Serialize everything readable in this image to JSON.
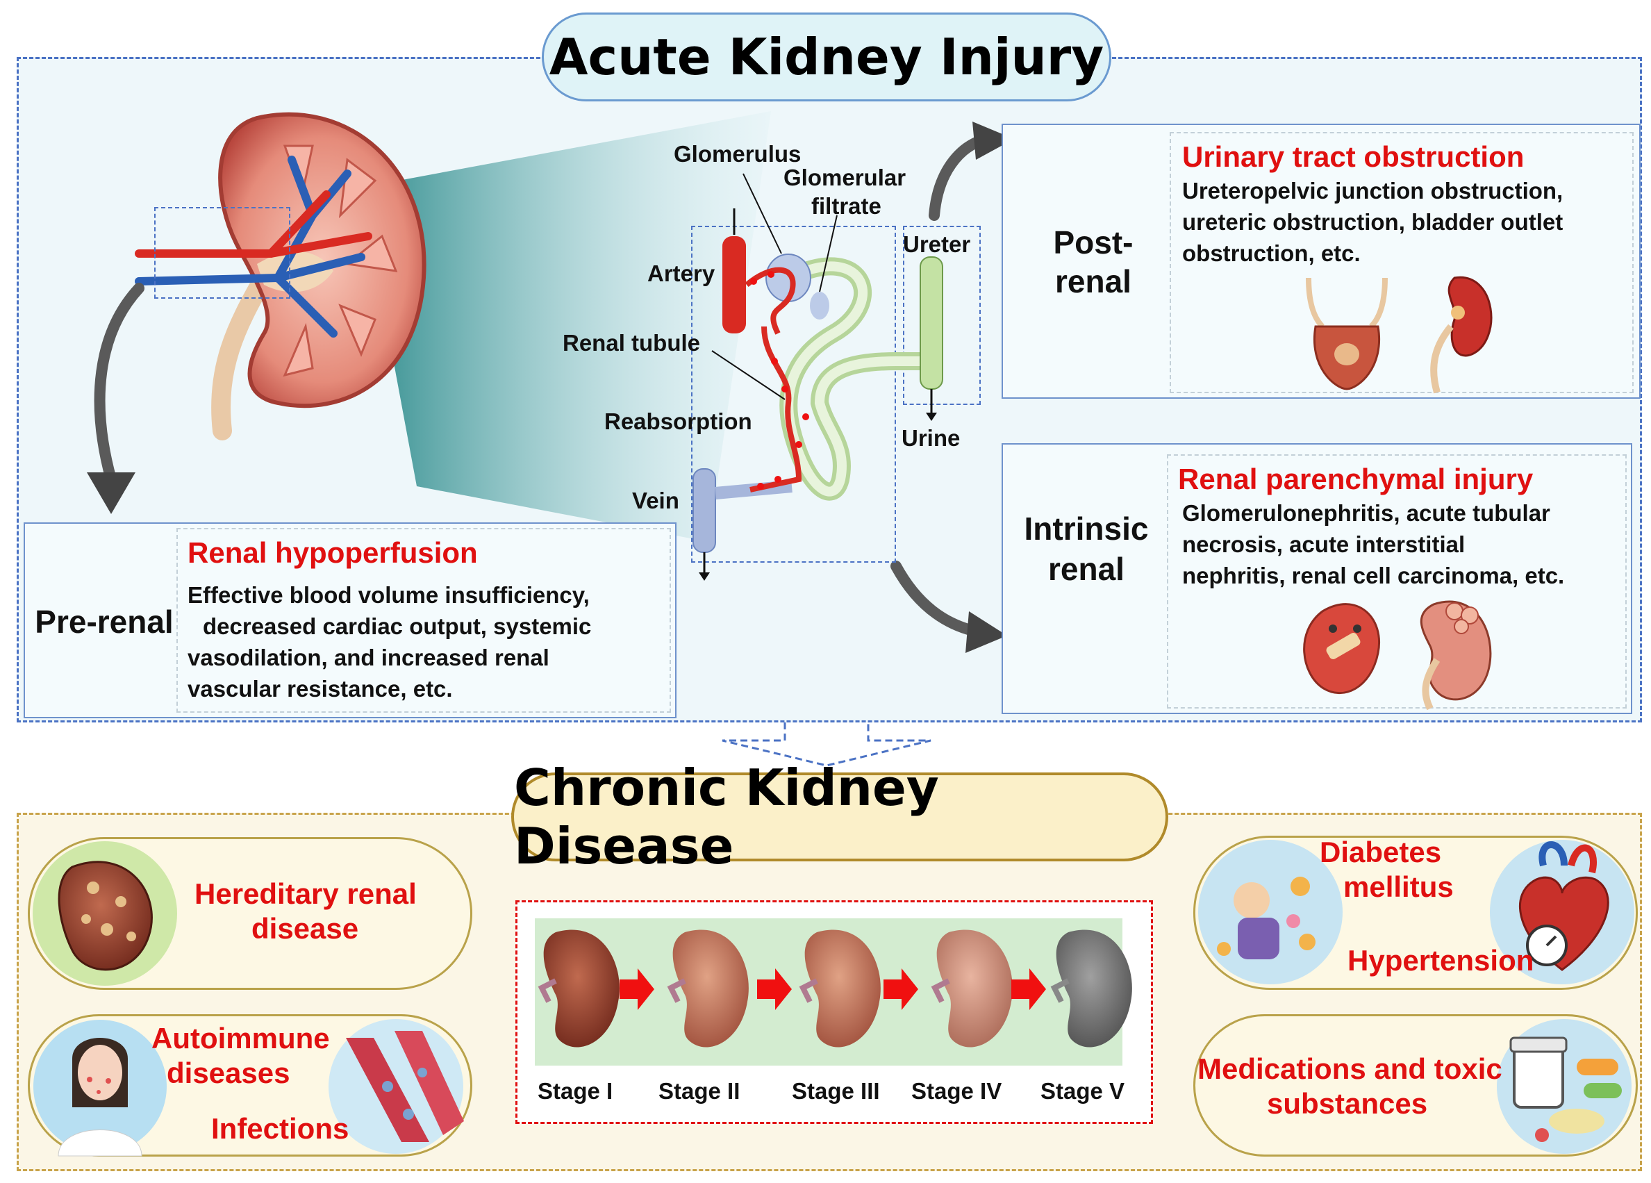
{
  "aki": {
    "title": "Acute Kidney Injury",
    "diagram_labels": {
      "glomerulus": "Glomerulus",
      "glomerular_filtrate_1": "Glomerular",
      "glomerular_filtrate_2": "filtrate",
      "artery": "Artery",
      "renal_tubule": "Renal tubule",
      "reabsorption": "Reabsorption",
      "vein": "Vein",
      "ureter": "Ureter",
      "urine": "Urine"
    },
    "pre_renal": {
      "label": "Pre-renal",
      "heading": "Renal hypoperfusion",
      "lines": [
        "Effective blood volume insufficiency,",
        "decreased cardiac output, systemic",
        "vasodilation, and increased renal",
        "vascular resistance, etc."
      ]
    },
    "post_renal": {
      "label_1": "Post-",
      "label_2": "renal",
      "heading": "Urinary tract obstruction",
      "lines": [
        "Ureteropelvic junction obstruction,",
        "ureteric obstruction, bladder outlet",
        "obstruction, etc."
      ]
    },
    "intrinsic_renal": {
      "label_1": "Intrinsic",
      "label_2": "renal",
      "heading": "Renal parenchymal injury",
      "lines": [
        "Glomerulonephritis, acute tubular",
        "necrosis, acute interstitial",
        "nephritis, renal cell carcinoma, etc."
      ]
    }
  },
  "ckd": {
    "title": "Chronic Kidney Disease",
    "causes": {
      "hereditary_1": "Hereditary renal",
      "hereditary_2": "disease",
      "autoimmune_1": "Autoimmune",
      "autoimmune_2": "diseases",
      "infections": "Infections",
      "diabetes_1": "Diabetes",
      "diabetes_2": "mellitus",
      "hypertension": "Hypertension",
      "medications_1": "Medications and toxic",
      "medications_2": "substances"
    },
    "stages": [
      "Stage I",
      "Stage II",
      "Stage III",
      "Stage IV",
      "Stage V"
    ]
  },
  "colors": {
    "accent_red": "#e01010",
    "aki_border": "#4b72c4",
    "ckd_border": "#c8a34a"
  }
}
